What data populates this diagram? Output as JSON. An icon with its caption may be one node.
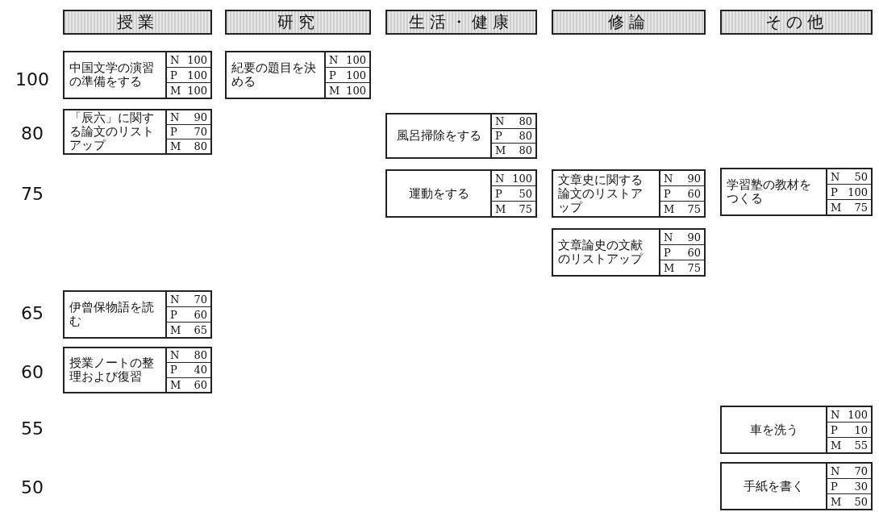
{
  "diagram": {
    "nodes": [
      {
        "text": [
          "授業"
        ]
      },
      {
        "text": [
          "研究"
        ]
      },
      {
        "text": [
          "生活・健康"
        ]
      },
      {
        "text": [
          "修論"
        ]
      },
      {
        "text": [
          "その他"
        ]
      },
      {
        "text": [
          "中国文学の演習の準備をする",
          "N 100",
          "P 100",
          "M 100"
        ]
      },
      {
        "text": [
          "紀要の題目を決める",
          "N 100",
          "P 100",
          "M 100"
        ]
      },
      {
        "text": [
          "「辰六」に関する論文のリストアップ",
          "N 90",
          "P 70",
          "M 80"
        ]
      },
      {
        "text": [
          "風呂掃除をする",
          "N 80",
          "P 80",
          "M 80"
        ]
      },
      {
        "text": [
          "運動をする",
          "N 100",
          "P 50",
          "M 75"
        ]
      },
      {
        "text": [
          "文章史に関する論文のリストアップ",
          "N 90",
          "P 60",
          "M 75"
        ]
      },
      {
        "text": [
          "学習塾の教材をつくる",
          "N 50",
          "P 100",
          "M 75"
        ]
      },
      {
        "text": [
          "文章論史の文献のリストアップ",
          "N 90",
          "P 60",
          "M 75"
        ]
      },
      {
        "text": [
          "伊曾保物語を読む",
          "N 70",
          "P 60",
          "M 65"
        ]
      },
      {
        "text": [
          "授業ノートの整理および復習",
          "N 80",
          "P 40",
          "M 60"
        ]
      },
      {
        "text": [
          "車を洗う",
          "N 100",
          "P 10",
          "M 55"
        ]
      },
      {
        "text": [
          "手紙を書く",
          "N 70",
          "P 30",
          "M 50"
        ]
      }
    ],
    "labels": [
      "100",
      "80",
      "75",
      "65",
      "60",
      "55",
      "50"
    ]
  }
}
